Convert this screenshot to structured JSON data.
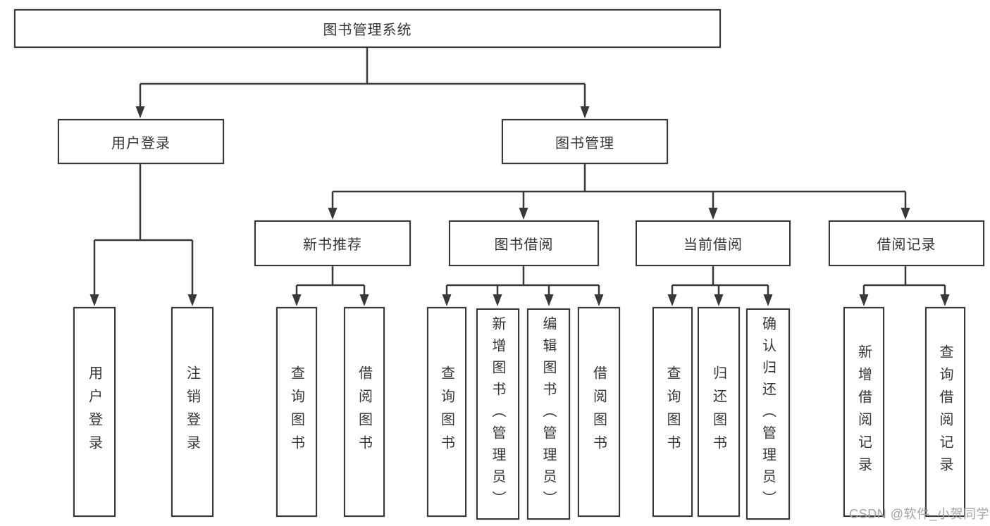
{
  "diagram_title": "图书管理系统",
  "colors": {
    "line": "#383838",
    "box_border": "#383838",
    "text": "#363636",
    "background": "#ffffff",
    "watermark_text": "#a3a3a3"
  },
  "nodes": {
    "root": "图书管理系统",
    "user_login": "用户登录",
    "book_mgmt": "图书管理",
    "new_book_rec": "新书推荐",
    "book_borrow": "图书借阅",
    "current_borrow": "当前借阅",
    "borrow_record": "借阅记录",
    "ul_user_login": "用户登录",
    "ul_logout": "注销登录",
    "nb_query_book": "查询图书",
    "nb_borrow_book": "借阅图书",
    "bb_query_book": "查询图书",
    "bb_add_book": "新增图书（管理员）",
    "bb_edit_book": "编辑图书（管理员）",
    "bb_borrow_book": "借阅图书",
    "cb_query_book": "查询图书",
    "cb_return_book": "归还图书",
    "cb_confirm_return": "确认归还（管理员）",
    "br_add_record": "新增借阅记录",
    "br_query_record": "查询借阅记录"
  },
  "hierarchy": {
    "图书管理系统": {
      "用户登录": [
        "用户登录",
        "注销登录"
      ],
      "图书管理": {
        "新书推荐": [
          "查询图书",
          "借阅图书"
        ],
        "图书借阅": [
          "查询图书",
          "新增图书（管理员）",
          "编辑图书（管理员）",
          "借阅图书"
        ],
        "当前借阅": [
          "查询图书",
          "归还图书",
          "确认归还（管理员）"
        ],
        "借阅记录": [
          "新增借阅记录",
          "查询借阅记录"
        ]
      }
    }
  },
  "watermark": "CSDN @软件_小贺同学"
}
